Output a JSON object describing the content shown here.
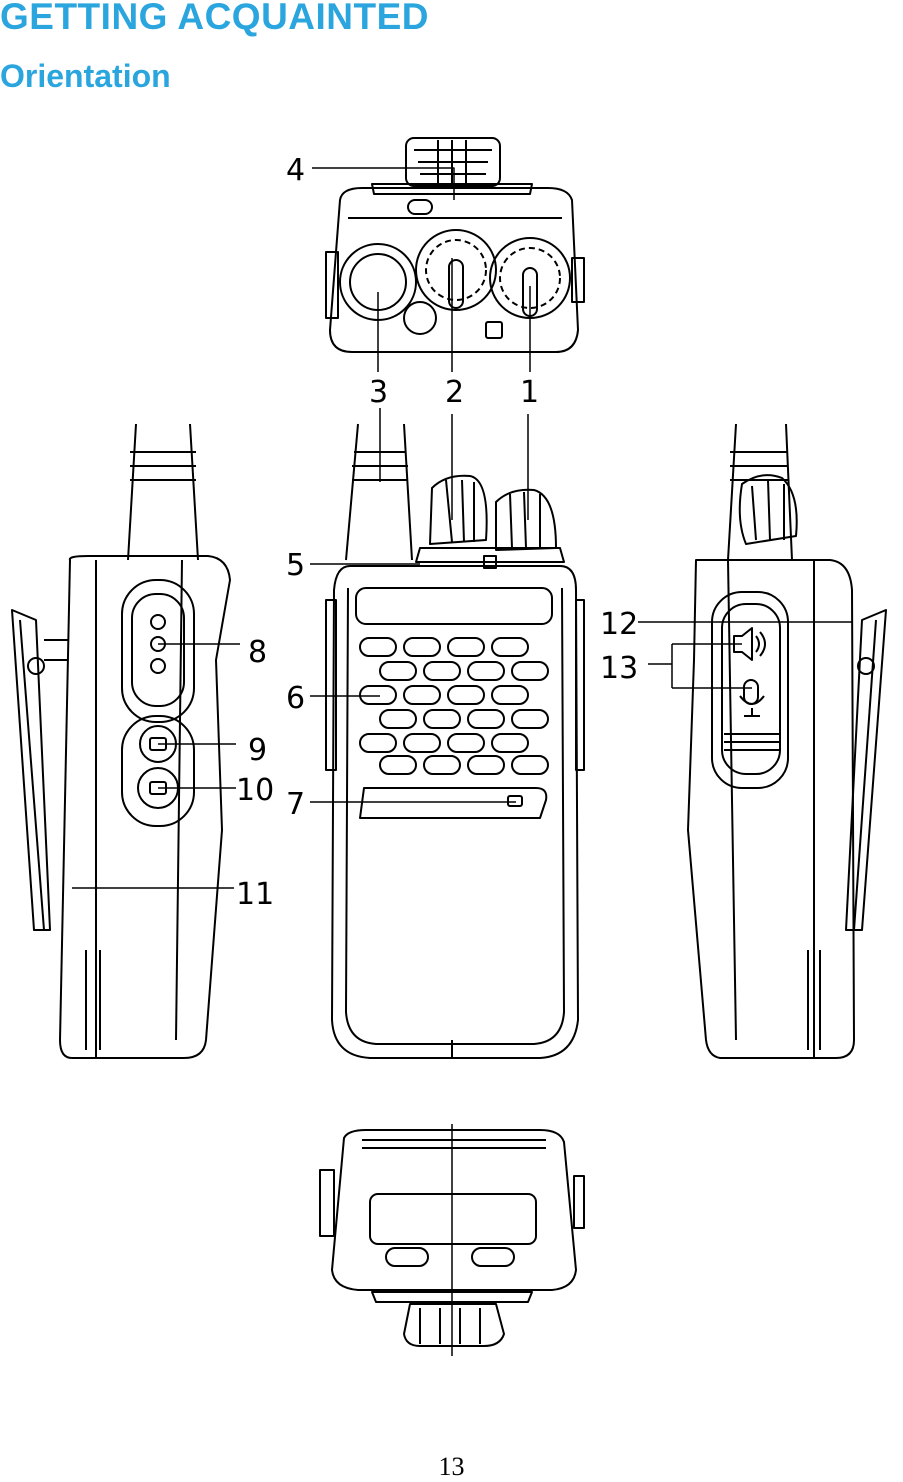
{
  "header": {
    "title": "GETTING ACQUAINTED",
    "subtitle": "Orientation"
  },
  "figure": {
    "callouts": [
      "1",
      "2",
      "3",
      "4",
      "5",
      "6",
      "7",
      "8",
      "9",
      "10",
      "11",
      "12",
      "13"
    ]
  },
  "footer": {
    "page_number": "13"
  },
  "colors": {
    "heading": "#2aa5de",
    "line": "#000000"
  }
}
